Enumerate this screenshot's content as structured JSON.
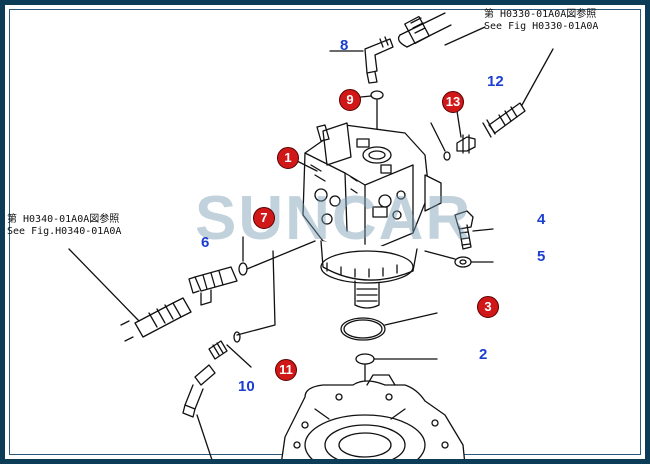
{
  "refs": {
    "top_right_line1": "第 H0330-01A0A図参照",
    "top_right_line2": "See Fig H0330-01A0A",
    "left_line1": "第 H0340-01A0A図参照",
    "left_line2": "See Fig.H0340-01A0A"
  },
  "watermark": "SUNCAR",
  "callouts": {
    "n1": "1",
    "n2": "2",
    "n3": "3",
    "n4": "4",
    "n5": "5",
    "n6": "6",
    "n7": "7",
    "n8": "8",
    "n9": "9",
    "n10": "10",
    "n11": "11",
    "n12": "12",
    "n13": "13"
  },
  "colors": {
    "frame": "#0d3c57",
    "badge": "#d01818",
    "number": "#1b3fd0",
    "watermark": "#789bb4"
  }
}
